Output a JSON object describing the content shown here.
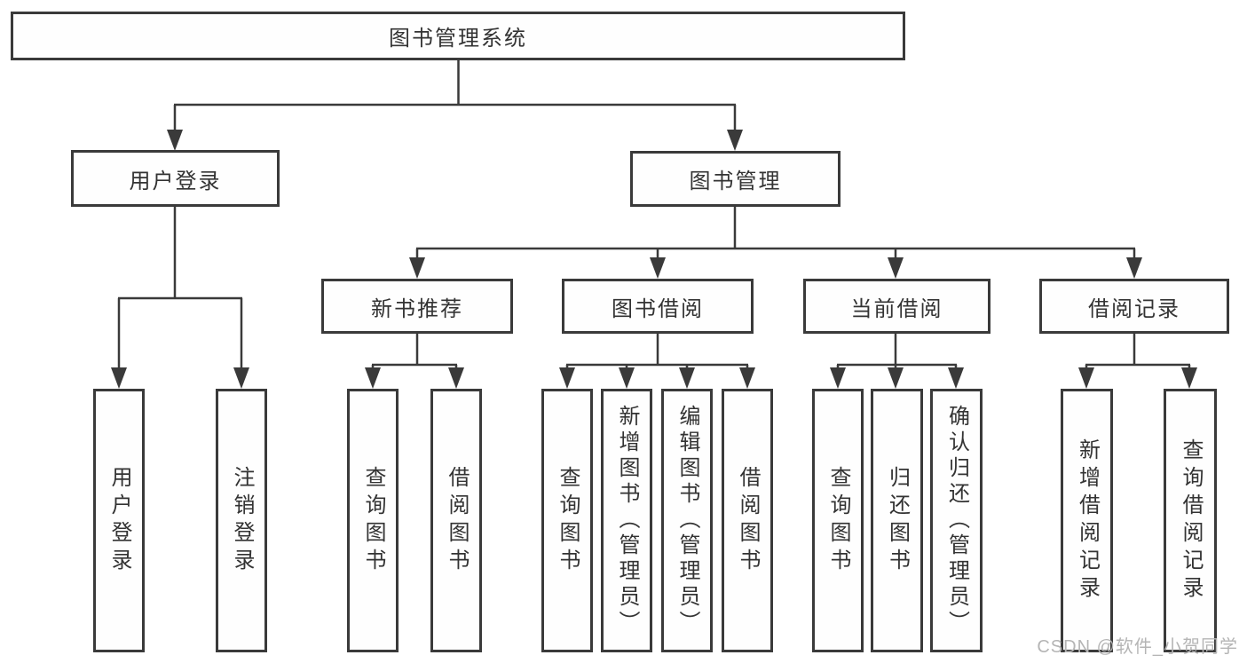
{
  "diagram": {
    "title": "图书管理系统",
    "watermark": "CSDN @软件_小贺同学",
    "colors": {
      "line": "#3a3a3a",
      "text": "#333333",
      "box_background": "#ffffff",
      "watermark": "#b5b5b5"
    },
    "nodes": {
      "root": "图书管理系统",
      "user_login": "用户登录",
      "book_management": "图书管理",
      "new_book_recommend": "新书推荐",
      "book_borrow": "图书借阅",
      "current_borrow": "当前借阅",
      "borrow_records": "借阅记录",
      "leaf_user_login": "用户登录",
      "leaf_logout": "注销登录",
      "leaf_search_book_1": "查询图书",
      "leaf_borrow_book_1": "借阅图书",
      "leaf_search_book_2": "查询图书",
      "leaf_add_book_admin": "新增图书（管理员）",
      "leaf_edit_book_admin": "编辑图书（管理员）",
      "leaf_borrow_book_2": "借阅图书",
      "leaf_search_book_3": "查询图书",
      "leaf_return_book": "归还图书",
      "leaf_confirm_return_admin": "确认归还（管理员）",
      "leaf_add_borrow_record": "新增借阅记录",
      "leaf_search_borrow_record": "查询借阅记录"
    }
  }
}
